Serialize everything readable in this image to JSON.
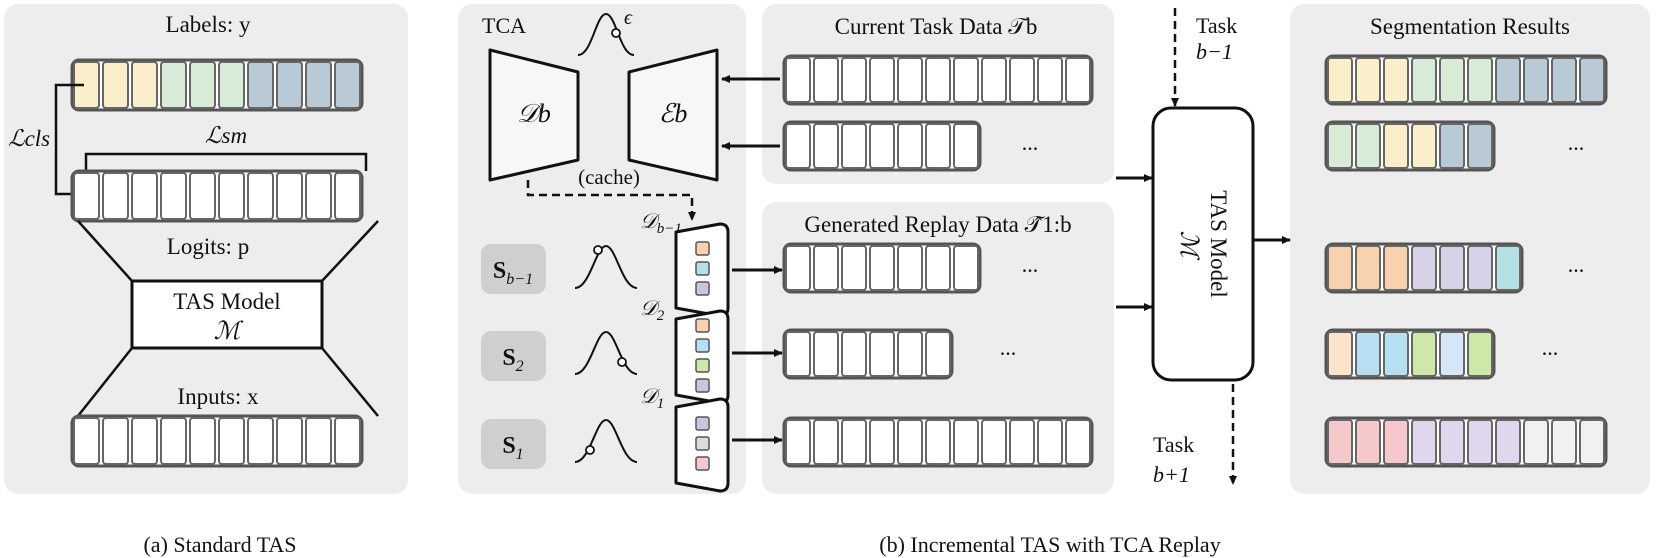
{
  "panel_a": {
    "labels_title": "Labels: y",
    "loss_cls": "ℒcls",
    "loss_sm": "ℒsm",
    "logits_title": "Logits: p",
    "model_line1": "TAS Model",
    "model_line2": "ℳ",
    "inputs_title": "Inputs: x",
    "label_colors": [
      "#fbeecb",
      "#fbeecb",
      "#fbeecb",
      "#d8ead8",
      "#d8ead8",
      "#d8ead8",
      "#b9c9d6",
      "#b9c9d6",
      "#b9c9d6",
      "#b9c9d6"
    ],
    "caption": "(a)  Standard TAS"
  },
  "panel_b": {
    "tca_title": "TCA",
    "epsilon": "ϵ",
    "decoder": "𝒟b",
    "encoder": "ℰb",
    "cache": "(cache)",
    "current_title": "Current Task Data 𝒯b",
    "replay_title": "Generated Replay Data 𝒯̂1:b",
    "ellipsis": "...",
    "task_prev_line1": "Task",
    "task_prev_line2": "b−1",
    "task_next_line1": "Task",
    "task_next_line2": "b+1",
    "model_line1": "TAS Model",
    "model_line2": "ℳ",
    "seg_title": "Segmentation Results",
    "stats": [
      {
        "s": "S",
        "sub": "b−1",
        "d": "𝒟",
        "dsub": "b−1"
      },
      {
        "s": "S",
        "sub": "2",
        "d": "𝒟",
        "dsub": "2"
      },
      {
        "s": "S",
        "sub": "1",
        "d": "𝒟",
        "dsub": "1"
      }
    ],
    "caption": "(b)  Incremental TAS with TCA Replay"
  },
  "segmentation_rows": [
    [
      "#fbeecb",
      "#fbeecb",
      "#fbeecb",
      "#d8ead8",
      "#d8ead8",
      "#d8ead8",
      "#b9c9d6",
      "#b9c9d6",
      "#b9c9d6",
      "#b9c9d6"
    ],
    [
      "#d8ead8",
      "#d8ead8",
      "#fbeecb",
      "#fbeecb",
      "#b9c9d6",
      "#b9c9d6"
    ],
    [
      "#f8d2ae",
      "#f8d2ae",
      "#f8d2ae",
      "#d8d2e8",
      "#d8d2e8",
      "#d8d2e8",
      "#b4e0e4"
    ],
    [
      "#fde2cc",
      "#b6e0f2",
      "#b6e0f2",
      "#cde8a8",
      "#d6e6fa",
      "#cde8a8"
    ],
    [
      "#f5c8cc",
      "#f5c8cc",
      "#f5c8cc",
      "#e0d6ee",
      "#e0d6ee",
      "#e0d6ee",
      "#e0d6ee",
      "#f1f1f1",
      "#f1f1f1",
      "#f1f1f1"
    ]
  ],
  "small_stack_colors": [
    [
      "#f8d2ae",
      "#b4e0e4",
      "#c9c6de"
    ],
    [
      "#f8d2ae",
      "#b6e0f2",
      "#cde8a8",
      "#c9c6de"
    ],
    [
      "#c9c6de",
      "#dcdcdc",
      "#f5c8cc"
    ]
  ]
}
